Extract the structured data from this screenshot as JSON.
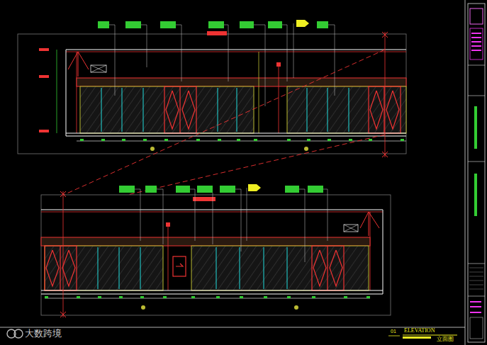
{
  "diagram": {
    "labels": [
      "大数跨境",
      "01",
      "ELEVATION",
      "立面图"
    ]
  }
}
